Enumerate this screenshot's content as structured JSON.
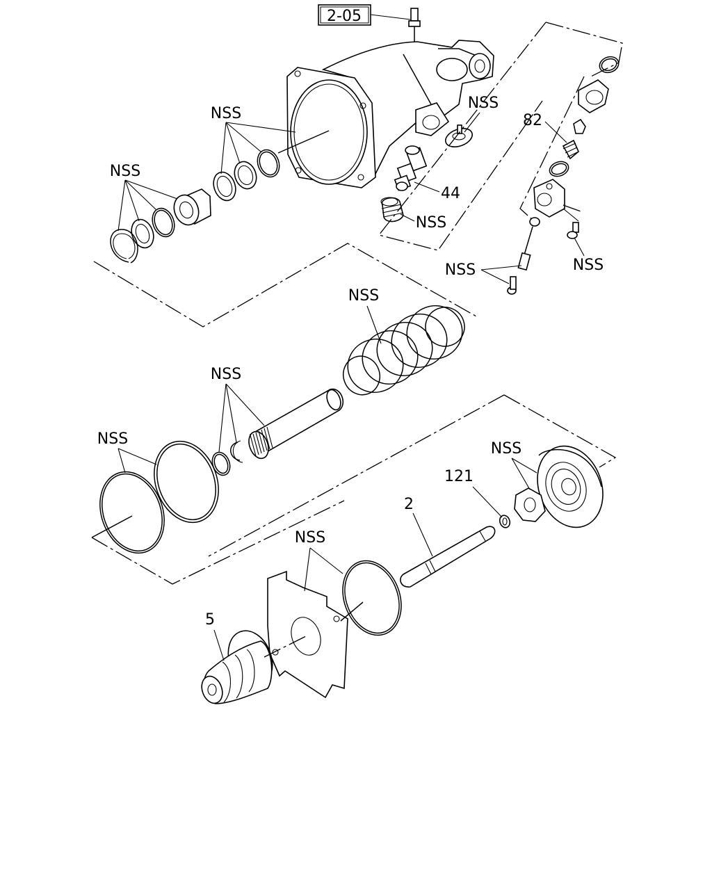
{
  "diagram": {
    "reference_box": "2-05",
    "labels": {
      "nss": "NSS",
      "p44": "44",
      "p82": "82",
      "p121": "121",
      "p2": "2",
      "p5": "5"
    }
  }
}
